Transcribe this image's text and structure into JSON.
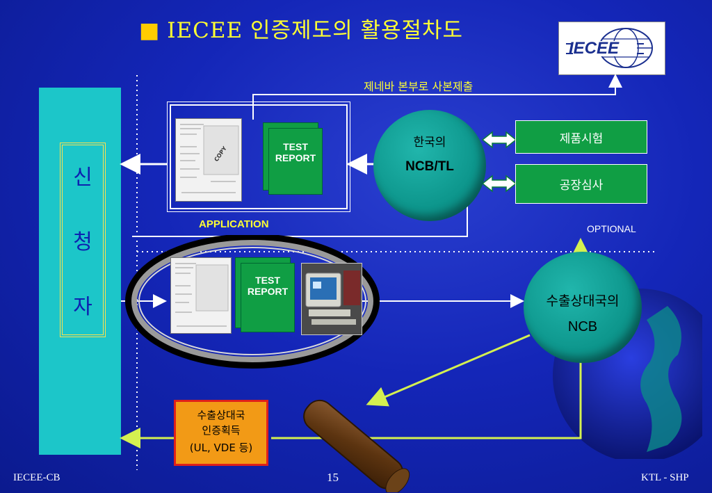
{
  "title": "IECEE 인증제도의 활용절차도",
  "title_bullet": "■",
  "logo": {
    "text": "IECEE"
  },
  "applicant": {
    "chars": [
      "신",
      "청",
      "자"
    ]
  },
  "flow": {
    "submit_copy_label": "제네바 본부로 사본제출",
    "application_label": "APPLICATION",
    "optional_label": "OPTIONAL",
    "test_report_1": [
      "TEST",
      "REPORT"
    ],
    "test_report_2": [
      "TEST",
      "REPORT"
    ],
    "cert_mark": "COPY"
  },
  "korea_ncb": {
    "line1": "한국의",
    "line2": "NCB/TL"
  },
  "product_test": "제품시험",
  "factory_audit": "공장심사",
  "foreign_ncb": {
    "line1": "수출상대국의",
    "line2": "NCB"
  },
  "result_box": {
    "line1": "수출상대국",
    "line2": "인증획득",
    "line3": "(UL, VDE 등)"
  },
  "footer": {
    "left": "IECEE-CB",
    "page": "15",
    "right": "KTL - SHP"
  }
}
